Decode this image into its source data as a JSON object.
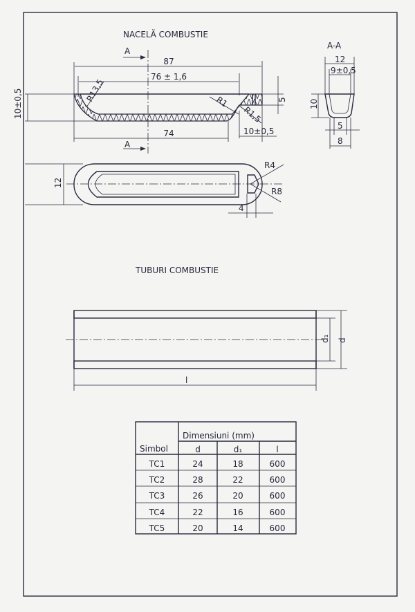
{
  "boat": {
    "title": "NACELĂ COMBUSTIE",
    "section_mark": "A",
    "section_title": "A-A",
    "dims": {
      "total_length": "87",
      "inner_length": "76 ± 1,6",
      "bottom_length": "74",
      "height": "10±0,5",
      "r_outer": "R13,5",
      "r1": "R1",
      "r15": "R1,5",
      "tab_height": "5",
      "tab_width": "10±0,5",
      "width": "12",
      "r4": "R4",
      "r8": "R8",
      "hole": "4",
      "sec_width_top": "12",
      "sec_inner_top": "9±0,5",
      "sec_height": "10",
      "sec_inner_bottom": "5",
      "sec_width_bottom": "8"
    }
  },
  "tubes": {
    "title": "TUBURI COMBUSTIE",
    "dims": {
      "inner": "d₁",
      "outer": "d",
      "length": "l"
    }
  },
  "table": {
    "header_symbol": "Simbol",
    "header_group": "Dimensiuni (mm)",
    "columns": [
      "d",
      "d₁",
      "l"
    ],
    "rows": [
      [
        "TC1",
        "24",
        "18",
        "600"
      ],
      [
        "TC2",
        "28",
        "22",
        "600"
      ],
      [
        "TC3",
        "26",
        "20",
        "600"
      ],
      [
        "TC4",
        "22",
        "16",
        "600"
      ],
      [
        "TC5",
        "20",
        "14",
        "600"
      ]
    ]
  }
}
